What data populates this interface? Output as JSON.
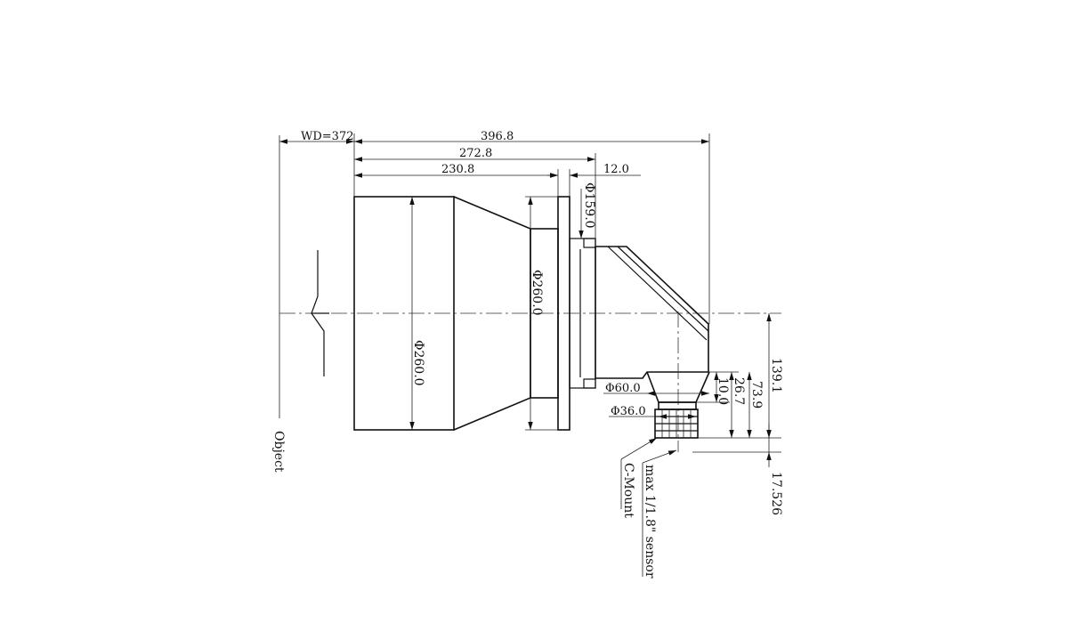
{
  "dimensions": {
    "wd": "WD=372",
    "total_length": "396.8",
    "length_272": "272.8",
    "length_230": "230.8",
    "length_12": "12.0",
    "dia_159": "Φ159.0",
    "dia_260_front": "Φ260.0",
    "dia_260_flange": "Φ260.0",
    "dia_60": "Φ60.0",
    "dia_36": "Φ36.0",
    "height_139": "139.1",
    "height_73": "73.9",
    "height_26": "26.7",
    "height_10": "10.0",
    "flange_17": "17.526"
  },
  "labels": {
    "object": "Object",
    "mount": "C-Mount",
    "sensor": "max 1/1.8\" sensor"
  }
}
